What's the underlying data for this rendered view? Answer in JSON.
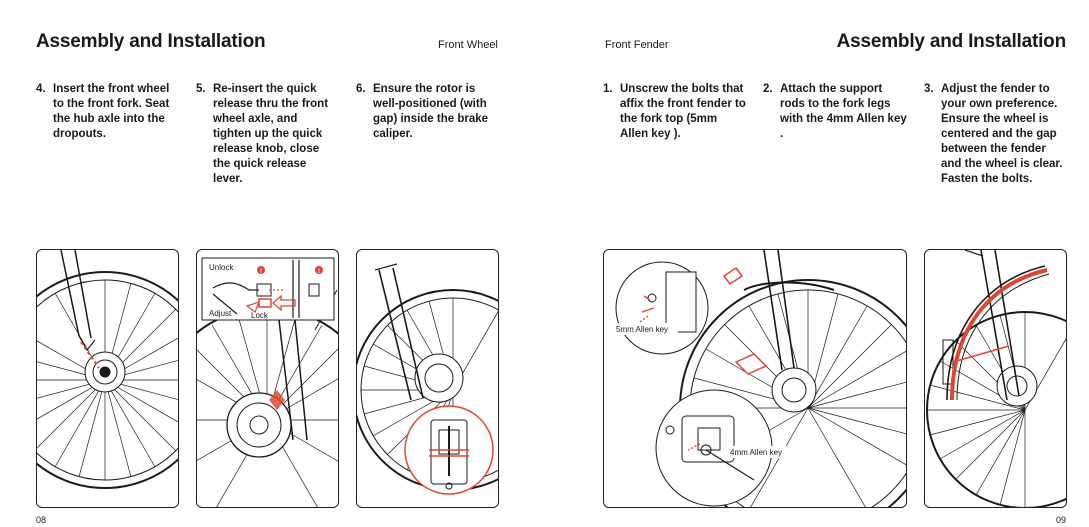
{
  "left_page": {
    "title": "Assembly and Installation",
    "section": "Front Wheel",
    "page_number": "08",
    "steps": [
      {
        "num": "4.",
        "text": "Insert the front wheel to the front fork. Seat the hub axle into the dropouts."
      },
      {
        "num": "5.",
        "text": "Re-insert the quick release thru the front wheel axle, and tighten up the quick release knob, close the quick release lever."
      },
      {
        "num": "6.",
        "text": "Ensure the rotor is well-positioned (with gap) inside the brake caliper."
      }
    ],
    "figure_labels": {
      "unlock": "Unlock",
      "adjust": "Adjust",
      "lock": "Lock"
    }
  },
  "right_page": {
    "title": "Assembly and Installation",
    "section": "Front Fender",
    "page_number": "09",
    "steps": [
      {
        "num": "1.",
        "text": "Unscrew the bolts that affix the front fender to the fork top (5mm Allen key )."
      },
      {
        "num": "2.",
        "text": "Attach the support rods to the fork legs with the 4mm Allen key ."
      },
      {
        "num": "3.",
        "text": "Adjust the fender to your own preference. Ensure the wheel is centered and the gap between the fender and the wheel is clear. Fasten the bolts."
      }
    ],
    "figure_labels": {
      "key5": "5mm Allen key",
      "key4": "4mm Allen key"
    }
  },
  "colors": {
    "ink": "#1a1a1a",
    "accent": "#e0462f"
  }
}
